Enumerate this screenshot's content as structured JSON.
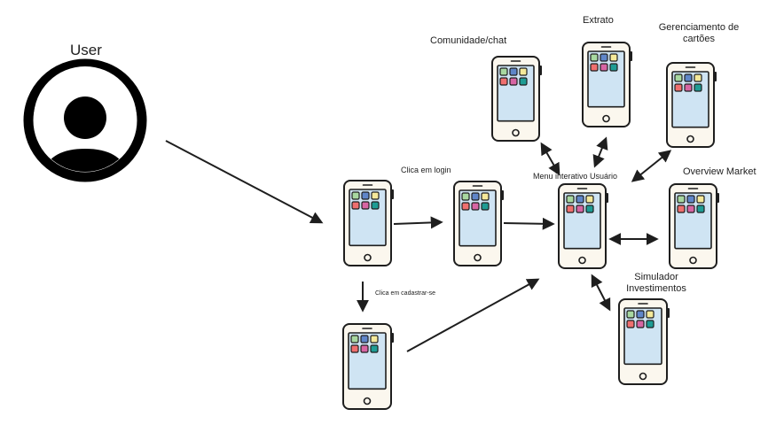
{
  "user": {
    "label": "User"
  },
  "labels": {
    "comunidade": "Comunidade/chat",
    "extrato": "Extrato",
    "gerenciamento": "Gerenciamento de cartões",
    "clica_login": "Clica em login",
    "menu": "Menu interativo Usuário",
    "overview": "Overview Market",
    "clica_cadastrar": "Clica em cadastrar-se",
    "simulador": "Simulador Investimentos"
  },
  "colors": {
    "stroke": "#1e1e1e",
    "phone_body": "#fbf7ee",
    "screen": "#cfe4f3",
    "app_icons": [
      "#a8d8a0",
      "#5f86c9",
      "#f5e99a",
      "#ef6f6f",
      "#d765a3",
      "#1e9c94"
    ]
  },
  "phones": [
    {
      "id": "start",
      "icon": "smartphone-icon"
    },
    {
      "id": "login",
      "icon": "smartphone-icon"
    },
    {
      "id": "cadastro",
      "icon": "smartphone-icon"
    },
    {
      "id": "menu",
      "icon": "smartphone-icon"
    },
    {
      "id": "comunidade",
      "icon": "smartphone-icon"
    },
    {
      "id": "extrato",
      "icon": "smartphone-icon"
    },
    {
      "id": "gerenciamento",
      "icon": "smartphone-icon"
    },
    {
      "id": "overview",
      "icon": "smartphone-icon"
    },
    {
      "id": "simulador",
      "icon": "smartphone-icon"
    }
  ]
}
